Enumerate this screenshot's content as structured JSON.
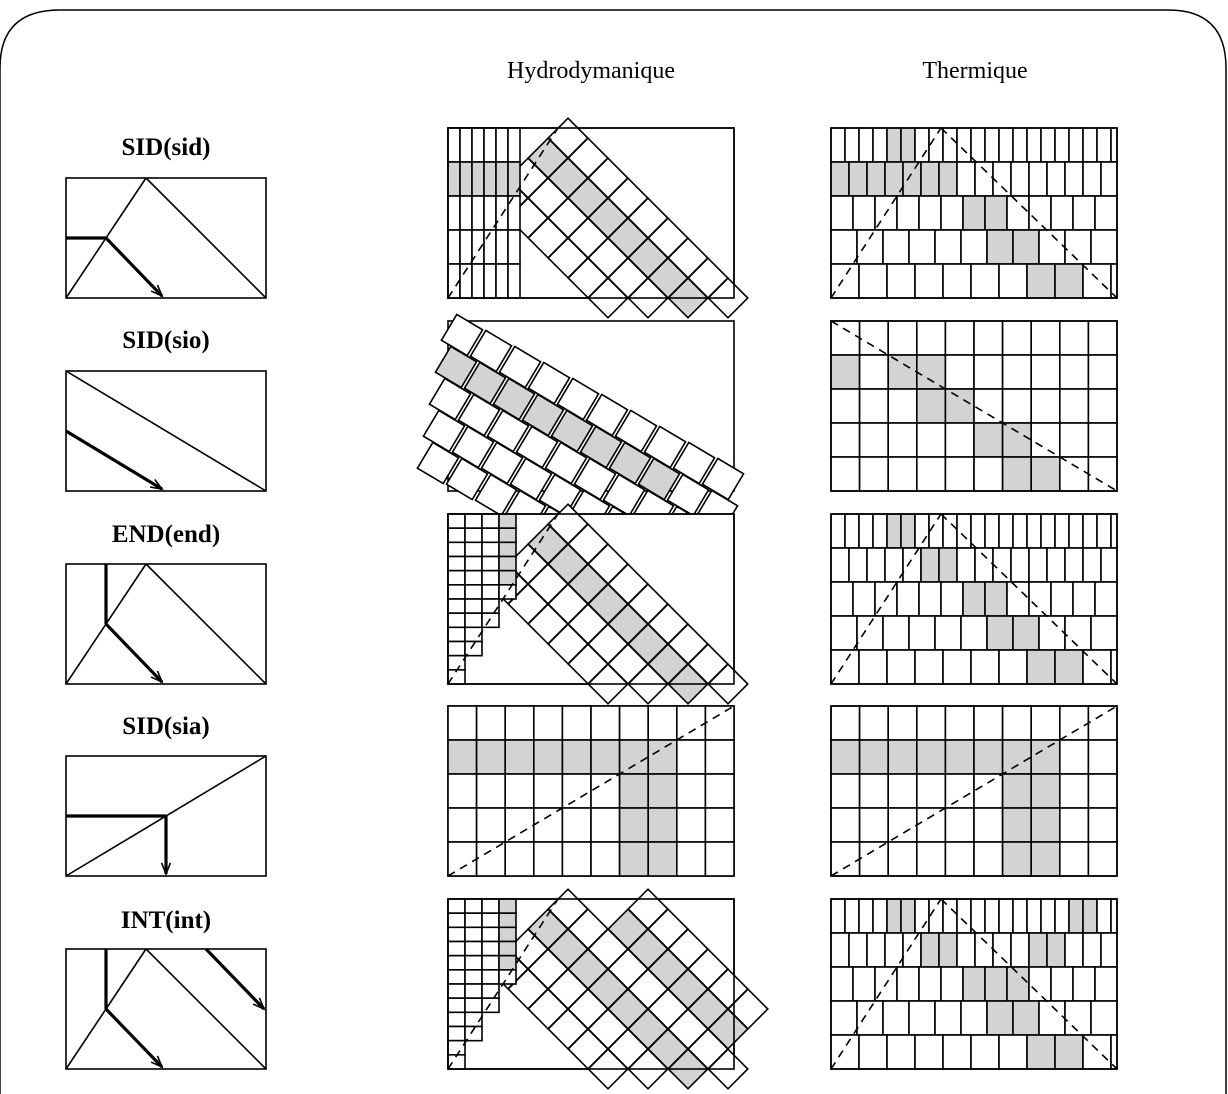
{
  "columns": {
    "hydrodynamique": "Hydrodymanique",
    "thermique": "Thermique"
  },
  "rows": [
    {
      "label": "SID(sid)",
      "kind": "sid"
    },
    {
      "label": "SID(sio)",
      "kind": "sio"
    },
    {
      "label": "END(end)",
      "kind": "end"
    },
    {
      "label": "SID(sia)",
      "kind": "sia"
    },
    {
      "label": "INT(int)",
      "kind": "int"
    }
  ],
  "colors": {
    "shaded_cell": "#d3d3d3",
    "line": "#000000"
  }
}
